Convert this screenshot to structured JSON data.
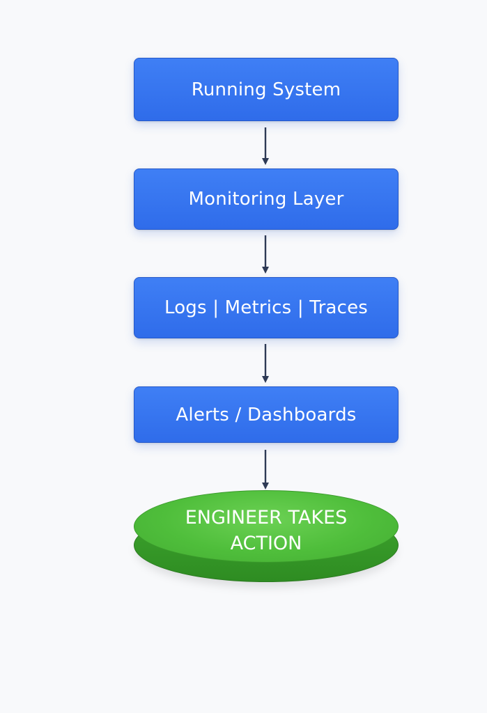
{
  "diagram": {
    "nodes": [
      {
        "id": "running-system",
        "label": "Running System"
      },
      {
        "id": "monitoring-layer",
        "label": "Monitoring Layer"
      },
      {
        "id": "logs-metrics-traces",
        "label": "Logs | Metrics | Traces"
      },
      {
        "id": "alerts-dashboards",
        "label": "Alerts / Dashboards"
      },
      {
        "id": "engineer-takes-action",
        "label": "ENGINEER TAKES ACTION"
      }
    ],
    "edges": [
      {
        "from": "running-system",
        "to": "monitoring-layer"
      },
      {
        "from": "monitoring-layer",
        "to": "logs-metrics-traces"
      },
      {
        "from": "logs-metrics-traces",
        "to": "alerts-dashboards"
      },
      {
        "from": "alerts-dashboards",
        "to": "engineer-takes-action"
      }
    ],
    "colors": {
      "process_box": "#2f6cea",
      "terminal_node": "#4fbe3b",
      "arrow": "#2e3a55",
      "background": "#f8f9fb"
    }
  }
}
